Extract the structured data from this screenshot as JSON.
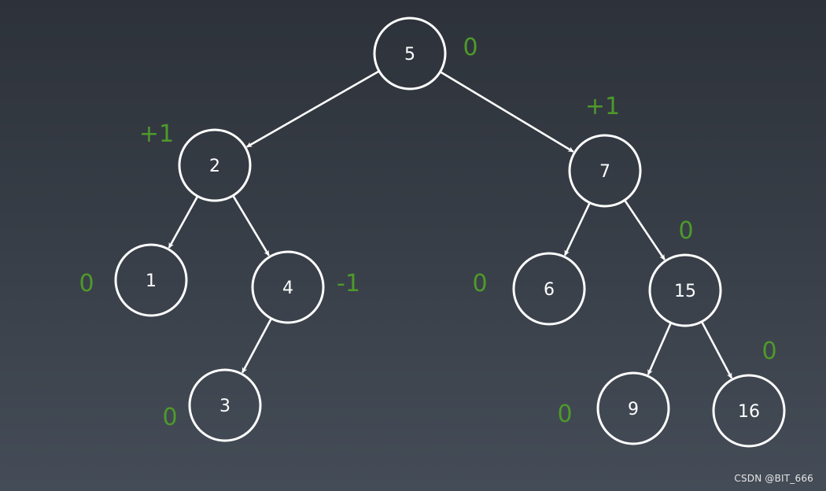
{
  "diagram": {
    "nodes": [
      {
        "id": "n5",
        "label": "5",
        "balance": "0"
      },
      {
        "id": "n2",
        "label": "2",
        "balance": "+1"
      },
      {
        "id": "n7",
        "label": "7",
        "balance": "+1"
      },
      {
        "id": "n1",
        "label": "1",
        "balance": "0"
      },
      {
        "id": "n4",
        "label": "4",
        "balance": "-1"
      },
      {
        "id": "n6",
        "label": "6",
        "balance": "0"
      },
      {
        "id": "n15",
        "label": "15",
        "balance": "0"
      },
      {
        "id": "n3",
        "label": "3",
        "balance": "0"
      },
      {
        "id": "n9",
        "label": "9",
        "balance": "0"
      },
      {
        "id": "n16",
        "label": "16",
        "balance": "0"
      }
    ],
    "edges": [
      {
        "from": "n5",
        "to": "n2"
      },
      {
        "from": "n5",
        "to": "n7"
      },
      {
        "from": "n2",
        "to": "n1"
      },
      {
        "from": "n2",
        "to": "n4"
      },
      {
        "from": "n4",
        "to": "n3"
      },
      {
        "from": "n7",
        "to": "n6"
      },
      {
        "from": "n7",
        "to": "n15"
      },
      {
        "from": "n15",
        "to": "n9"
      },
      {
        "from": "n15",
        "to": "n16"
      }
    ]
  },
  "colors": {
    "node_stroke": "#ffffff",
    "label": "#ffffff",
    "balance_factor": "#4e9a2a"
  },
  "watermark": "CSDN @BIT_666"
}
